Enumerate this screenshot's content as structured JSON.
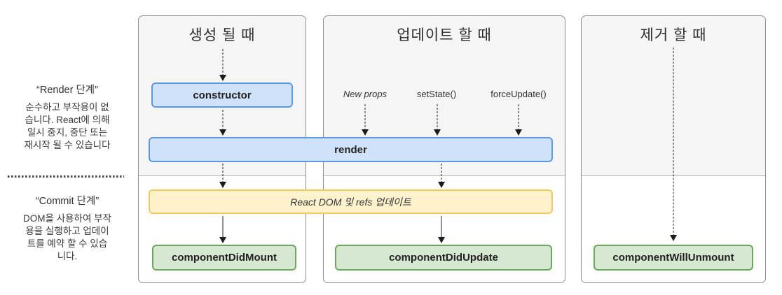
{
  "sidebar": {
    "render_phase": {
      "title": "“Render 단계”",
      "lines": [
        "순수하고 부작용이 없",
        "습니다. React에 의해",
        "일시 중지, 중단 또는",
        "재시작 될 수 있습니다"
      ]
    },
    "commit_phase": {
      "title": "“Commit 단계”",
      "lines": [
        "DOM을 사용하여 부작",
        "용을 실행하고 업데이",
        "트를 예약 할 수 있습",
        "니다."
      ]
    }
  },
  "columns": {
    "mount": {
      "header": "생성 될 때"
    },
    "update": {
      "header": "업데이트 할 때",
      "triggers": [
        "New props",
        "setState()",
        "forceUpdate()"
      ]
    },
    "unmount": {
      "header": "제거 할 때"
    }
  },
  "nodes": {
    "constructor": "constructor",
    "render": "render",
    "dom_update": "React DOM 및 refs 업데이트",
    "component_did_mount": "componentDidMount",
    "component_did_update": "componentDidUpdate",
    "component_will_unmount": "componentWillUnmount"
  },
  "colors": {
    "node_blue_fill": "#cfe2fa",
    "node_blue_border": "#5b99e0",
    "node_green_fill": "#d6e8d2",
    "node_green_border": "#6ba85e",
    "node_yellow_fill": "#fdf2cc",
    "node_yellow_border": "#f0cd5a",
    "panel_top_bg": "#f5f5f5",
    "panel_border": "#8f8f8f"
  }
}
